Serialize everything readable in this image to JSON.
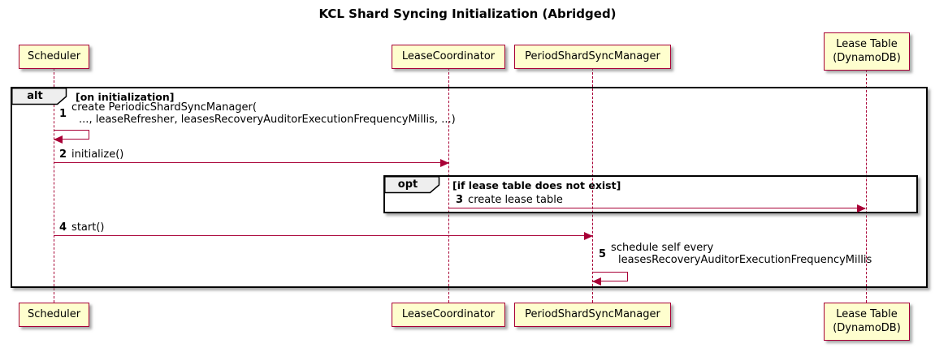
{
  "title": "KCL Shard Syncing Initialization (Abridged)",
  "colors": {
    "accent": "#A80036",
    "participant_fill": "#FEFECE",
    "participant_border": "#A80036",
    "frame_border": "#000000",
    "frame_label_fill": "#EEEEEE",
    "background": "#FFFFFF"
  },
  "participants": [
    {
      "label": "Scheduler"
    },
    {
      "label": "LeaseCoordinator"
    },
    {
      "label": "PeriodShardSyncManager"
    },
    {
      "label": "Lease Table",
      "label2": "(DynamoDB)"
    }
  ],
  "frames": {
    "alt": {
      "operator": "alt",
      "guard": "[on initialization]"
    },
    "opt": {
      "operator": "opt",
      "guard": "[if lease table does not exist]"
    }
  },
  "messages": [
    {
      "num": "1",
      "line1": "create PeriodicShardSyncManager(",
      "line2": "..., leaseRefresher, leasesRecoveryAuditorExecutionFrequencyMillis, ...)"
    },
    {
      "num": "2",
      "text": "initialize()"
    },
    {
      "num": "3",
      "text": "create lease table"
    },
    {
      "num": "4",
      "text": "start()"
    },
    {
      "num": "5",
      "line1": "schedule self every",
      "line2": "leasesRecoveryAuditorExecutionFrequencyMillis"
    }
  ]
}
